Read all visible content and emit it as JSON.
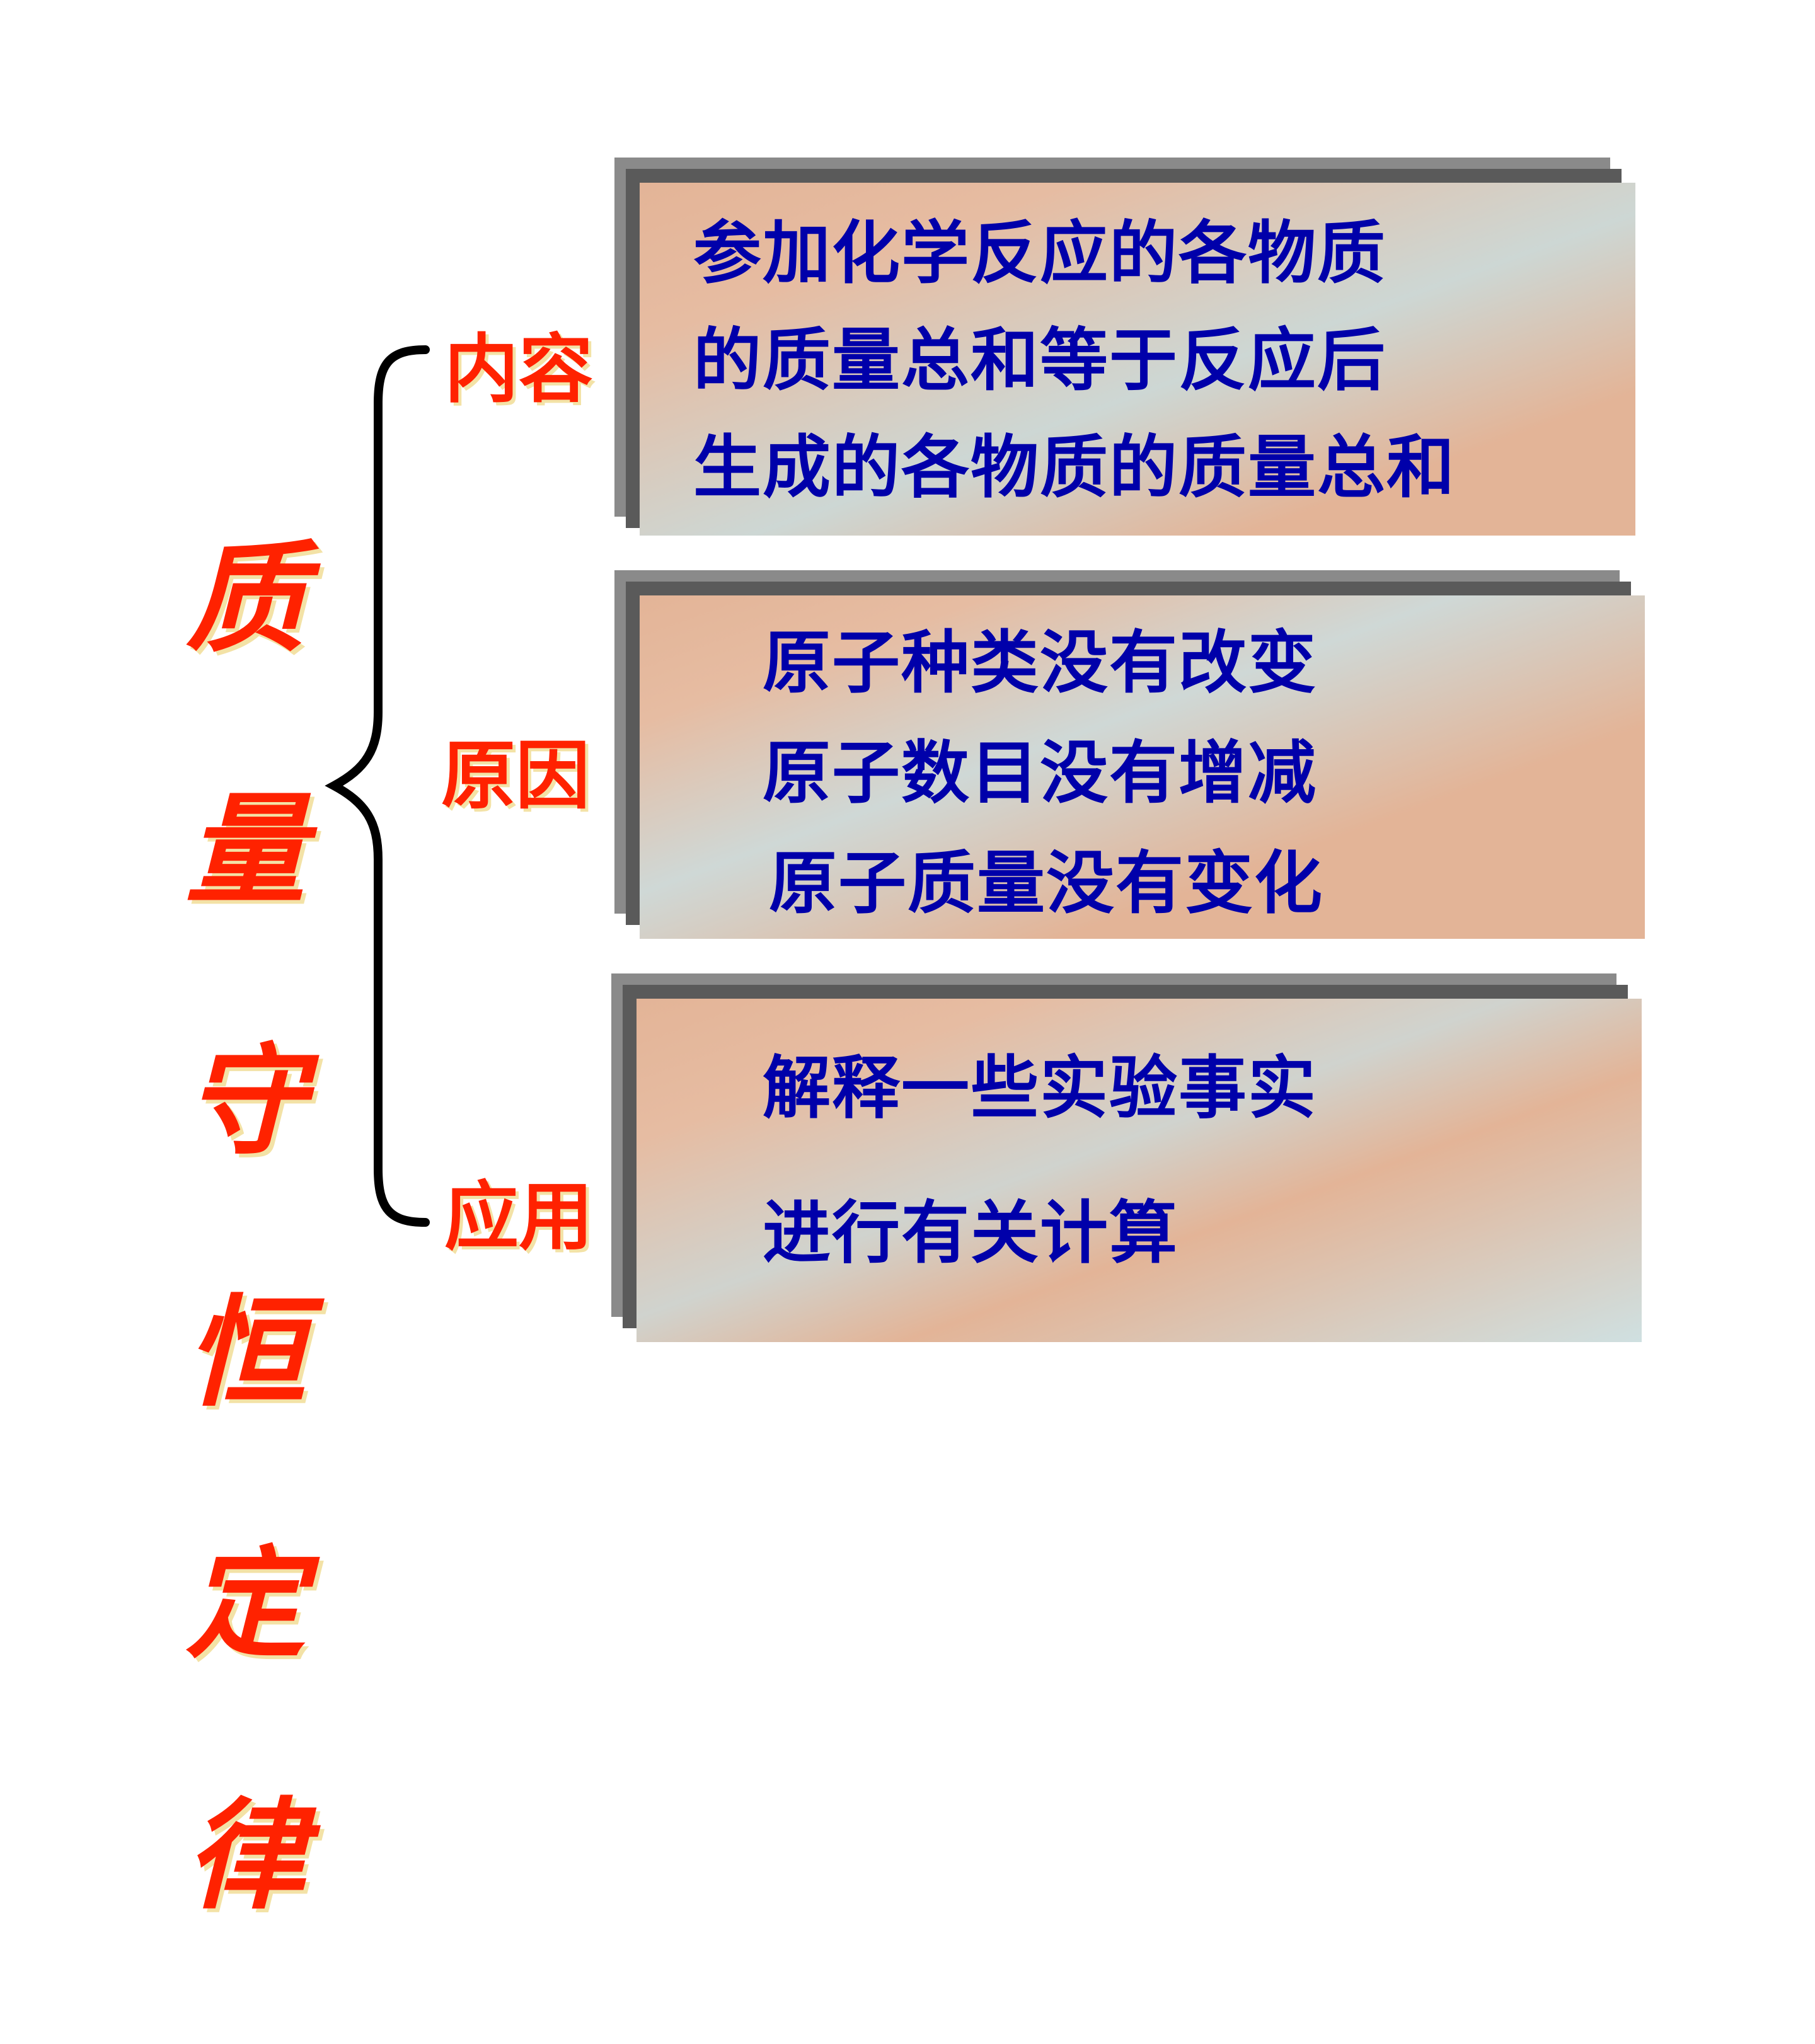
{
  "title": "质量守恒定律",
  "title_chars": [
    "质",
    "量",
    "守",
    "恒",
    "定",
    "律"
  ],
  "categories": [
    {
      "label": "内容",
      "lines": [
        "参加化学反应的各物质",
        "的质量总和等于反应后",
        "生成的各物质的质量总和"
      ]
    },
    {
      "label": "原因",
      "lines": [
        "原子种类没有改变",
        "原子数目没有增减",
        "原子质量没有变化"
      ]
    },
    {
      "label": "应用",
      "lines": [
        "解释一些实验事实",
        "进行有关计算"
      ]
    }
  ],
  "colors": {
    "title": "#ff2200",
    "label": "#ff2200",
    "body_text": "#0000aa",
    "panel_shadow_light": "#8a8a8a",
    "panel_shadow_dark": "#5a5a5a"
  }
}
